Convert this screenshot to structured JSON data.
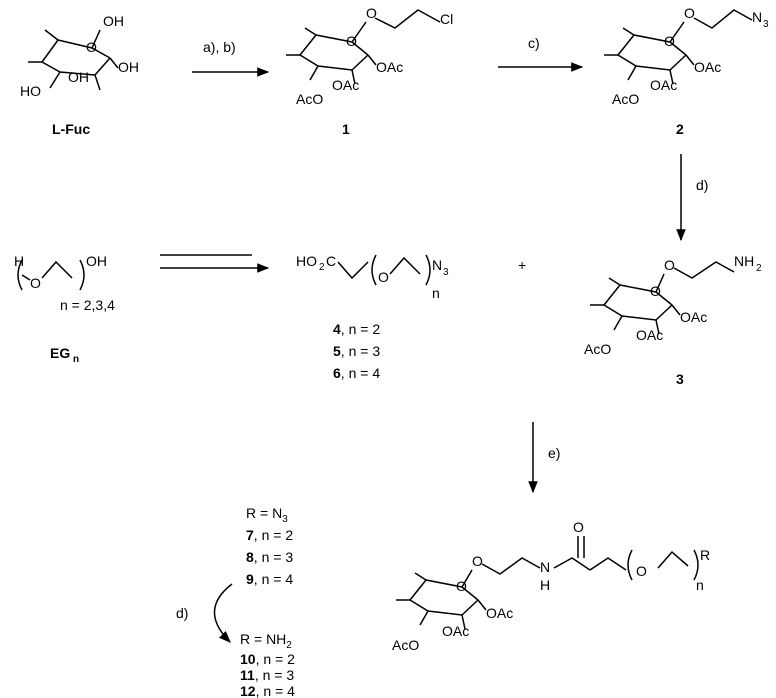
{
  "reagents": {
    "step1": "a), b)",
    "step2": "c)",
    "step3": "d)",
    "step4": "e)",
    "step5": "d)"
  },
  "compounds": {
    "lfuc": {
      "label": "L-Fuc",
      "oh": "OH",
      "ho": "HO"
    },
    "c1": {
      "num": "1",
      "cl": "Cl",
      "o": "O",
      "oac": "OAc",
      "aco": "AcO"
    },
    "c2": {
      "num": "2",
      "n": "N",
      "sub3": "3",
      "o": "O",
      "oac": "OAc",
      "aco": "AcO"
    },
    "c3": {
      "num": "3",
      "nh": "NH",
      "sub2": "2",
      "o": "O",
      "oac": "OAc",
      "aco": "AcO"
    },
    "egn": {
      "main": "EG",
      "sub": "n",
      "h": "H",
      "o": "O",
      "oh": "OH",
      "cond": "n = 2,3,4"
    },
    "acid": {
      "ho2c": "HO",
      "sub2": "2",
      "c": "C",
      "o": "O",
      "n": "N",
      "sub3": "3",
      "nsub": "n"
    },
    "list456": [
      {
        "num": "4",
        "text": ", n = 2"
      },
      {
        "num": "5",
        "text": ", n = 3"
      },
      {
        "num": "6",
        "text": ", n = 4"
      }
    ],
    "prod": {
      "o": "O",
      "n": "N",
      "h": "H",
      "r": "R",
      "nsub": "n",
      "oac": "OAc",
      "aco": "AcO"
    },
    "az_head": {
      "r": "R = N",
      "sub": "3"
    },
    "list789": [
      {
        "num": "7",
        "text": ", n = 2"
      },
      {
        "num": "8",
        "text": ", n = 3"
      },
      {
        "num": "9",
        "text": ", n = 4"
      }
    ],
    "am_head": {
      "r": "R = NH",
      "sub": "2"
    },
    "list1012": [
      {
        "num": "10",
        "text": ", n = 2"
      },
      {
        "num": "11",
        "text": ", n = 3"
      },
      {
        "num": "12",
        "text": ", n = 4"
      }
    ]
  }
}
